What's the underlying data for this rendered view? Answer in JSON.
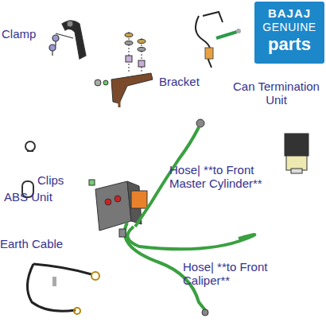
{
  "diagram": {
    "nodes": [
      {
        "text": [
          "BAJAJ",
          "GENUINE",
          "parts"
        ]
      }
    ],
    "labels": [
      "Clamp",
      "Bracket",
      "Can Termination Unit",
      "Clips",
      "ABS Unit",
      "Hose| **to Front Master Cylinder**",
      "Earth Cable",
      "Hose| **to Front Caliper**"
    ]
  }
}
